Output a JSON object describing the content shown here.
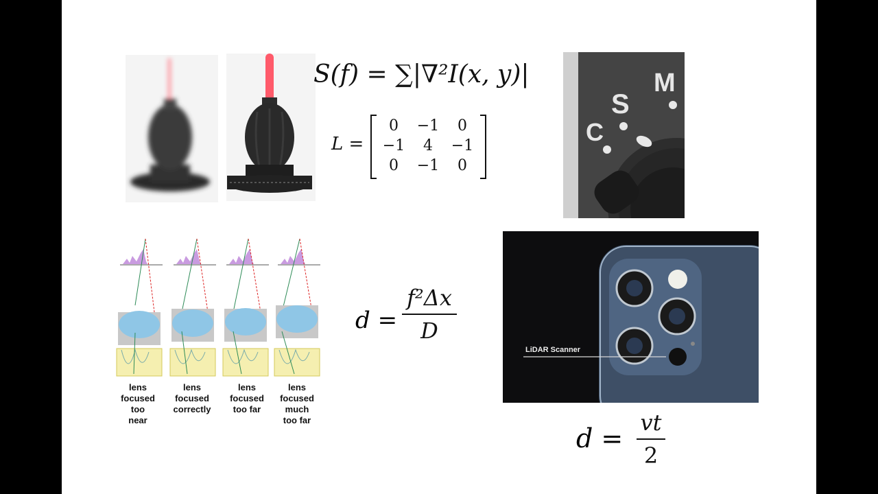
{
  "formulas": {
    "sharpness": "S(f) = ∑|∇²I(x, y)|",
    "laplacian_lhs": "L =",
    "laplacian_matrix": [
      [
        "0",
        "−1",
        "0"
      ],
      [
        "−1",
        "4",
        "−1"
      ],
      [
        "0",
        "−1",
        "0"
      ]
    ],
    "phase_lhs": "d =",
    "phase_num": "f²Δx",
    "phase_den": "D",
    "tof_lhs": "d =",
    "tof_num": "vt",
    "tof_den": "2"
  },
  "dial": {
    "labels": [
      "C",
      "S",
      "M"
    ]
  },
  "phone": {
    "label": "LiDAR Scanner"
  },
  "lens_captions": [
    [
      "lens",
      "focused",
      "too",
      "near"
    ],
    [
      "lens",
      "focused",
      "correctly"
    ],
    [
      "lens",
      "focused",
      "too far"
    ],
    [
      "lens",
      "focused",
      "much",
      "too far"
    ]
  ],
  "colors": {
    "slide": "#ffffff",
    "border": "#000000",
    "laser": "#ff5a6a",
    "bulb": "#2a2a2a"
  }
}
